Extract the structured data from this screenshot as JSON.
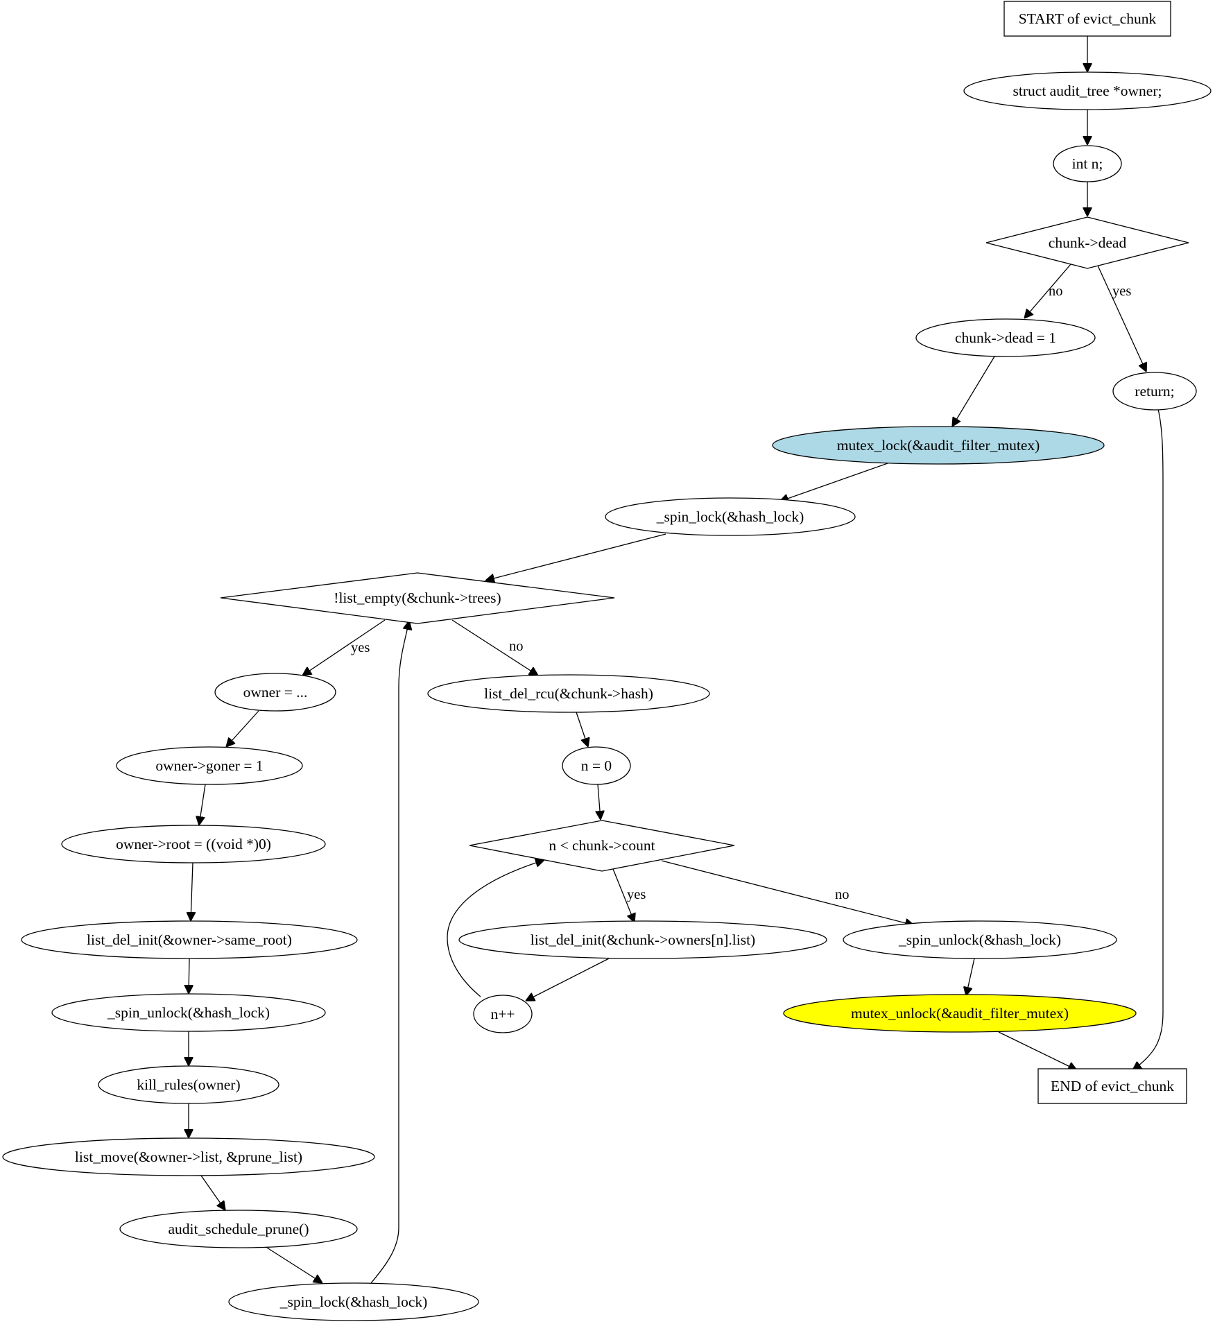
{
  "diagram": {
    "colors": {
      "stroke": "#000000",
      "fill_default": "#ffffff",
      "fill_mutex_lock": "#add8e6",
      "fill_mutex_unlock": "#ffff00"
    },
    "nodes": {
      "start": {
        "label": "START of evict_chunk",
        "shape": "box"
      },
      "decl_owner": {
        "label": "struct audit_tree *owner;",
        "shape": "ellipse"
      },
      "decl_n": {
        "label": "int n;",
        "shape": "ellipse"
      },
      "cond_dead": {
        "label": "chunk->dead",
        "shape": "diamond"
      },
      "set_dead": {
        "label": "chunk->dead = 1",
        "shape": "ellipse"
      },
      "ret": {
        "label": "return;",
        "shape": "ellipse"
      },
      "mutex_lock": {
        "label": "mutex_lock(&audit_filter_mutex)",
        "shape": "ellipse",
        "color": "lightblue"
      },
      "spin_lock_1": {
        "label": "_spin_lock(&hash_lock)",
        "shape": "ellipse"
      },
      "cond_trees": {
        "label": "!list_empty(&chunk->trees)",
        "shape": "diamond"
      },
      "owner_assign": {
        "label": "owner = ...",
        "shape": "ellipse"
      },
      "owner_goner": {
        "label": "owner->goner = 1",
        "shape": "ellipse"
      },
      "owner_root": {
        "label": "owner->root = ((void *)0)",
        "shape": "ellipse"
      },
      "list_del_same_root": {
        "label": "list_del_init(&owner->same_root)",
        "shape": "ellipse"
      },
      "spin_unlock_1": {
        "label": "_spin_unlock(&hash_lock)",
        "shape": "ellipse"
      },
      "kill_rules": {
        "label": "kill_rules(owner)",
        "shape": "ellipse"
      },
      "list_move": {
        "label": "list_move(&owner->list, &prune_list)",
        "shape": "ellipse"
      },
      "schedule_prune": {
        "label": "audit_schedule_prune()",
        "shape": "ellipse"
      },
      "spin_lock_2": {
        "label": "_spin_lock(&hash_lock)",
        "shape": "ellipse"
      },
      "list_del_rcu": {
        "label": "list_del_rcu(&chunk->hash)",
        "shape": "ellipse"
      },
      "n_zero": {
        "label": "n = 0",
        "shape": "ellipse"
      },
      "cond_count": {
        "label": "n < chunk->count",
        "shape": "diamond"
      },
      "list_del_owners": {
        "label": "list_del_init(&chunk->owners[n].list)",
        "shape": "ellipse"
      },
      "n_inc": {
        "label": "n++",
        "shape": "ellipse"
      },
      "spin_unlock_2": {
        "label": "_spin_unlock(&hash_lock)",
        "shape": "ellipse"
      },
      "mutex_unlock": {
        "label": "mutex_unlock(&audit_filter_mutex)",
        "shape": "ellipse",
        "color": "yellow"
      },
      "end": {
        "label": "END of evict_chunk",
        "shape": "box"
      }
    },
    "edges": [
      {
        "from": "start",
        "to": "decl_owner"
      },
      {
        "from": "decl_owner",
        "to": "decl_n"
      },
      {
        "from": "decl_n",
        "to": "cond_dead"
      },
      {
        "from": "cond_dead",
        "to": "set_dead",
        "label": "no"
      },
      {
        "from": "cond_dead",
        "to": "ret",
        "label": "yes"
      },
      {
        "from": "set_dead",
        "to": "mutex_lock"
      },
      {
        "from": "mutex_lock",
        "to": "spin_lock_1"
      },
      {
        "from": "spin_lock_1",
        "to": "cond_trees"
      },
      {
        "from": "cond_trees",
        "to": "owner_assign",
        "label": "yes"
      },
      {
        "from": "cond_trees",
        "to": "list_del_rcu",
        "label": "no"
      },
      {
        "from": "owner_assign",
        "to": "owner_goner"
      },
      {
        "from": "owner_goner",
        "to": "owner_root"
      },
      {
        "from": "owner_root",
        "to": "list_del_same_root"
      },
      {
        "from": "list_del_same_root",
        "to": "spin_unlock_1"
      },
      {
        "from": "spin_unlock_1",
        "to": "kill_rules"
      },
      {
        "from": "kill_rules",
        "to": "list_move"
      },
      {
        "from": "list_move",
        "to": "schedule_prune"
      },
      {
        "from": "schedule_prune",
        "to": "spin_lock_2"
      },
      {
        "from": "spin_lock_2",
        "to": "cond_trees"
      },
      {
        "from": "list_del_rcu",
        "to": "n_zero"
      },
      {
        "from": "n_zero",
        "to": "cond_count"
      },
      {
        "from": "cond_count",
        "to": "list_del_owners",
        "label": "yes"
      },
      {
        "from": "cond_count",
        "to": "spin_unlock_2",
        "label": "no"
      },
      {
        "from": "list_del_owners",
        "to": "n_inc"
      },
      {
        "from": "n_inc",
        "to": "cond_count"
      },
      {
        "from": "spin_unlock_2",
        "to": "mutex_unlock"
      },
      {
        "from": "mutex_unlock",
        "to": "end"
      },
      {
        "from": "ret",
        "to": "end"
      }
    ]
  }
}
